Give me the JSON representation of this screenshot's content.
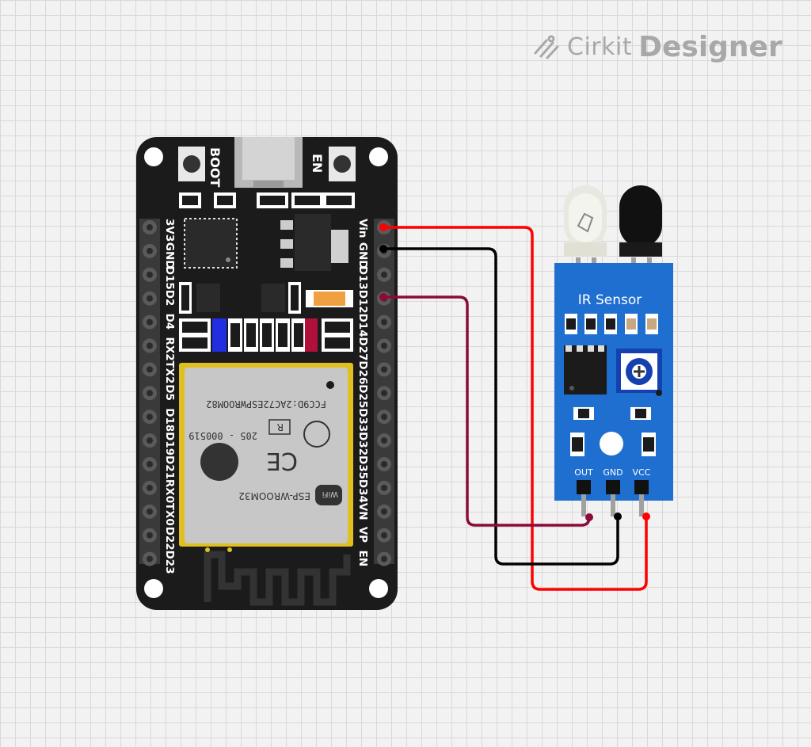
{
  "branding": {
    "app": "Cirkit",
    "suffix": "Designer"
  },
  "esp32": {
    "buttons": {
      "boot": "BOOT",
      "en": "EN"
    },
    "left_pins": [
      "3V3",
      "GND",
      "D15",
      "D2",
      "D4",
      "RX2",
      "TX2",
      "D5",
      "D18",
      "D19",
      "D21",
      "RX0",
      "TX0",
      "D22",
      "D23"
    ],
    "right_pins": [
      "Vin",
      "GND",
      "D13",
      "D12",
      "D14",
      "D27",
      "D26",
      "D25",
      "D33",
      "D32",
      "D35",
      "D34",
      "VN",
      "VP",
      "EN"
    ],
    "module": {
      "fcc": "FCC9D:2AC72ESPWROOM82",
      "id": "205 - 000519",
      "name": "ESP-WROOM32",
      "wifi": "WiFi",
      "r_mark": "R",
      "ce_mark": "CE"
    }
  },
  "ir_sensor": {
    "title": "IR Sensor",
    "pins": [
      "OUT",
      "GND",
      "VCC"
    ]
  },
  "wires": [
    {
      "from": "esp32.Vin",
      "to": "ir_sensor.VCC",
      "color": "#ff0000"
    },
    {
      "from": "esp32.GND",
      "to": "ir_sensor.GND",
      "color": "#000000"
    },
    {
      "from": "esp32.D12",
      "to": "ir_sensor.OUT",
      "color": "#8b0a3a"
    }
  ]
}
